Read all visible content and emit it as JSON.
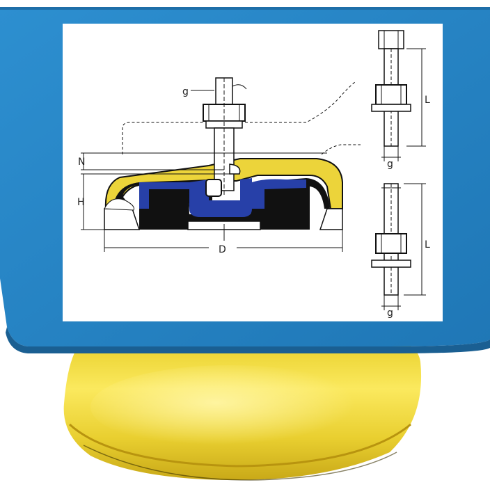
{
  "colors": {
    "housing_blue": "#2a86c4",
    "housing_shadow": "#1d6fa6",
    "yellow": "#ecd43a",
    "rubber_black": "#111111",
    "rubber_blue": "#2740a8",
    "panel_white": "#ffffff"
  },
  "labels": {
    "g_top": "g",
    "n": "N",
    "h": "H",
    "d": "D",
    "g_bolt1": "g",
    "l_bolt1": "L",
    "g_bolt2": "g",
    "l_bolt2": "L"
  }
}
